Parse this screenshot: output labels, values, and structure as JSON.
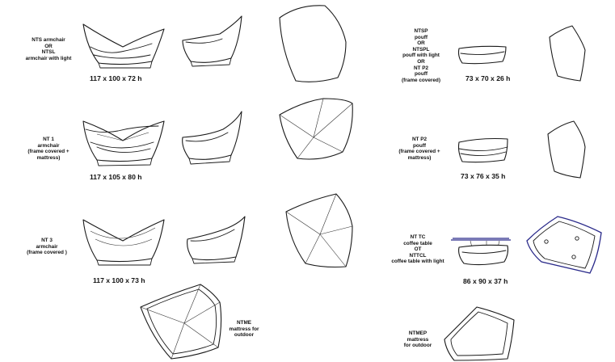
{
  "items": [
    {
      "id": "nts",
      "label": [
        "NTS armchair",
        "OR",
        "NTSL",
        "armchair with light"
      ],
      "dims": "117 x 100 x 72 h"
    },
    {
      "id": "nt1",
      "label": [
        "NT 1",
        "armchair",
        "(frame covered +",
        "mattress)"
      ],
      "dims": "117 x 105 x 80 h"
    },
    {
      "id": "nt3",
      "label": [
        "NT 3",
        "armchair",
        "(frame covered )"
      ],
      "dims": "117 x 100 x 73 h"
    },
    {
      "id": "ntme",
      "label": [
        "NTME",
        "mattress for",
        "outdoor"
      ],
      "dims": ""
    },
    {
      "id": "ntsp",
      "label": [
        "NTSP",
        "pouff",
        "OR",
        "NTSPL",
        "pouff with light",
        "OR",
        "NT P2",
        "pouff",
        "(frame covered)"
      ],
      "dims": "73 x 70 x 26 h"
    },
    {
      "id": "ntp2",
      "label": [
        "NT P2",
        "pouff",
        "(frame covered +",
        "mattress)"
      ],
      "dims": "73 x 76 x 35 h"
    },
    {
      "id": "nttc",
      "label": [
        "NT TC",
        "coffee table",
        "OT",
        "NTTCL",
        "coffee table with light"
      ],
      "dims": "86 x 90 x 37 h"
    },
    {
      "id": "ntmep",
      "label": [
        "NTMEP",
        "mattress",
        "for outdoor"
      ],
      "dims": ""
    }
  ],
  "colors": {
    "line": "#1a1a1a",
    "table_glass": "#2a2a8a",
    "background": "#ffffff"
  }
}
